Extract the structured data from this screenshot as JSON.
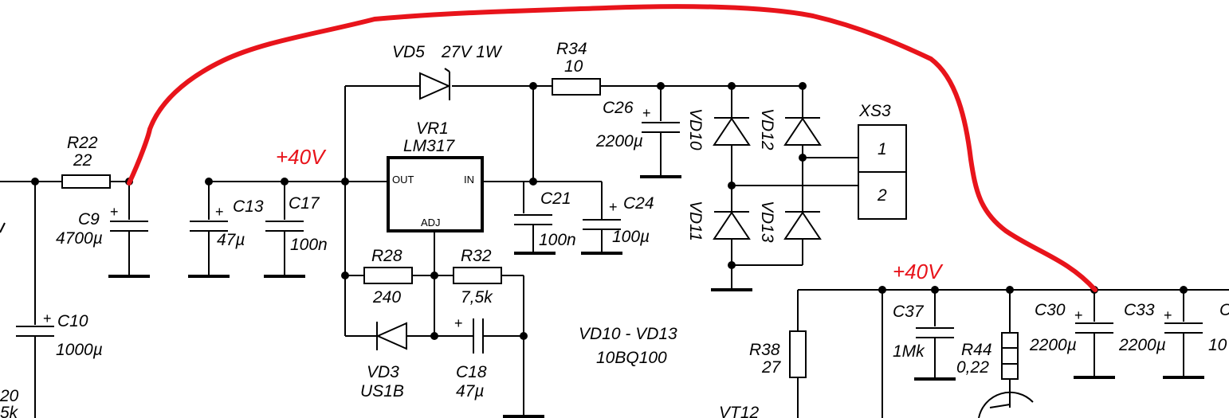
{
  "net_labels": [
    "+40V",
    "+40V"
  ],
  "regulator": {
    "ref": "VR1",
    "part": "LM317",
    "pins": [
      "OUT",
      "IN",
      "ADJ"
    ]
  },
  "components": {
    "R22": {
      "ref": "R22",
      "value": "22"
    },
    "C9": {
      "ref": "C9",
      "value": "4700µ"
    },
    "C10": {
      "ref": "C10",
      "value": "1000µ"
    },
    "C13": {
      "ref": "C13",
      "value": "47µ"
    },
    "C17": {
      "ref": "C17",
      "value": "100n"
    },
    "VD5": {
      "ref": "VD5",
      "value": "27V 1W"
    },
    "R34": {
      "ref": "R34",
      "value": "10"
    },
    "C26": {
      "ref": "C26",
      "value": "2200µ"
    },
    "C21": {
      "ref": "C21",
      "value": "100n"
    },
    "C24": {
      "ref": "C24",
      "value": "100µ"
    },
    "R28": {
      "ref": "R28",
      "value": "240"
    },
    "R32": {
      "ref": "R32",
      "value": "7,5k"
    },
    "VD3": {
      "ref": "VD3",
      "value": "US1B"
    },
    "C18": {
      "ref": "C18",
      "value": "47µ"
    },
    "VD10": {
      "ref": "VD10"
    },
    "VD11": {
      "ref": "VD11"
    },
    "VD12": {
      "ref": "VD12"
    },
    "VD13": {
      "ref": "VD13"
    },
    "C37": {
      "ref": "C37",
      "value": "1Mk"
    },
    "R38": {
      "ref": "R38",
      "value": "27"
    },
    "R44": {
      "ref": "R44",
      "value": "0,22"
    },
    "C30": {
      "ref": "C30",
      "value": "2200µ"
    },
    "C33": {
      "ref": "C33",
      "value": "2200µ"
    },
    "VT12": {
      "ref": "VT12"
    }
  },
  "bridge_note": {
    "range": "VD10 - VD13",
    "part": "10BQ100"
  },
  "connector": {
    "ref": "XS3",
    "pins": [
      "1",
      "2"
    ]
  },
  "partial_edge_labels": [
    "20",
    "5k",
    "10",
    "C"
  ],
  "polarity_mark": "+",
  "colors": {
    "annotation": "#e8141b",
    "ink": "#000000"
  }
}
